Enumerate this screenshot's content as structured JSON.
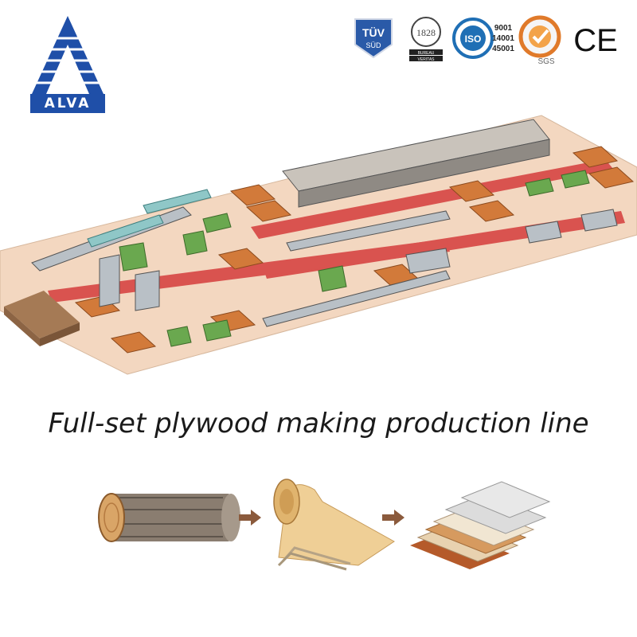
{
  "brand": {
    "name": "ALVA",
    "primary_color": "#1f4fa8"
  },
  "certifications": [
    {
      "name": "TÜV SÜD",
      "line1": "TÜV",
      "line2": "SÜD",
      "icon": "tuv-sud-badge"
    },
    {
      "name": "Bureau Veritas",
      "line1": "BUREAU",
      "line2": "VERITAS",
      "icon": "bureau-veritas-badge"
    },
    {
      "name": "ISO",
      "line1": "ISO",
      "codes": [
        "9001",
        "14001",
        "45001"
      ],
      "icon": "iso-badge"
    },
    {
      "name": "SGS",
      "line1": "SGS",
      "icon": "sgs-badge"
    },
    {
      "name": "CE",
      "line1": "CE",
      "icon": "ce-mark"
    }
  ],
  "illustration": {
    "subject": "factory-layout-isometric",
    "floor_color": "#f3d7c0",
    "walkway_color": "#d9534f",
    "machine_color": "#6aa84f"
  },
  "headline": "Full-set plywood making production line",
  "process_steps": [
    {
      "name": "log",
      "icon": "log-icon"
    },
    {
      "name": "veneer",
      "icon": "veneer-roll-icon"
    },
    {
      "name": "plywood",
      "icon": "plywood-stack-icon"
    }
  ],
  "arrow_color": "#8b5a3c"
}
